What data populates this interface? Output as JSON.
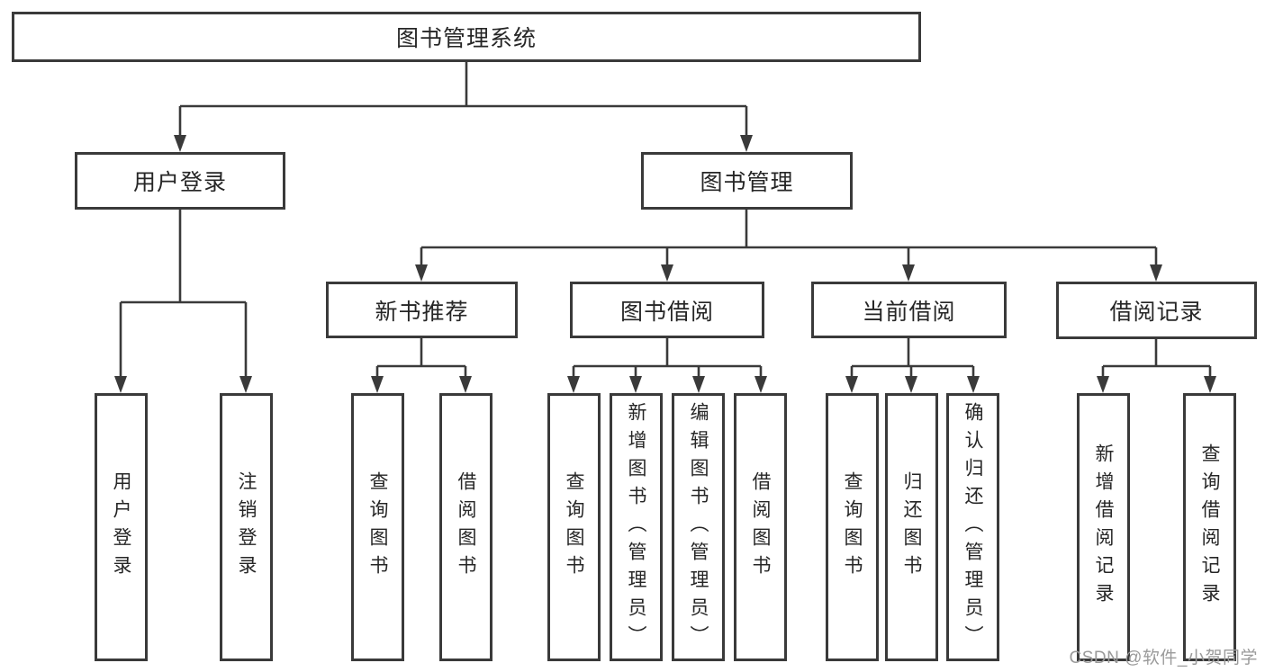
{
  "nodes": {
    "root": "图书管理系统",
    "login": "用户登录",
    "management": "图书管理",
    "new_books": "新书推荐",
    "borrowing": "图书借阅",
    "current": "当前借阅",
    "records": "借阅记录",
    "leaf_user_login": "用户登录",
    "leaf_logout": "注销登录",
    "leaf_query_books_1": "查询图书",
    "leaf_borrow_books_1": "借阅图书",
    "leaf_query_books_2": "查询图书",
    "leaf_add_book_admin": "新增图书（管理员）",
    "leaf_edit_book_admin": "编辑图书（管理员）",
    "leaf_borrow_books_2": "借阅图书",
    "leaf_query_books_3": "查询图书",
    "leaf_return_books": "归还图书",
    "leaf_confirm_return_admin": "确认归还（管理员）",
    "leaf_add_borrow_record": "新增借阅记录",
    "leaf_query_borrow_record": "查询借阅记录"
  },
  "watermark": "CSDN @软件_小贺同学",
  "colors": {
    "line": "#3a3a3a",
    "text": "#262626",
    "watermark": "#9a9a9a",
    "bg": "#ffffff"
  }
}
